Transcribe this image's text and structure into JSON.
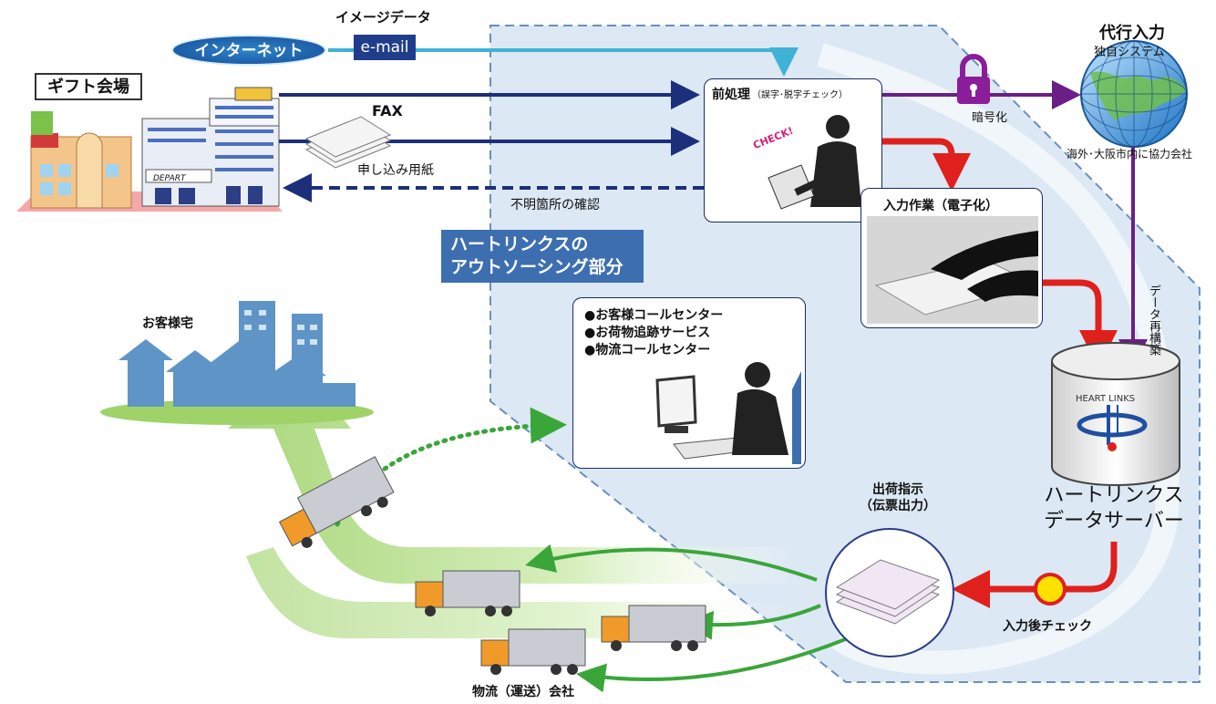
{
  "labels": {
    "gift_hall": "ギフト会場",
    "internet": "インターネット",
    "email": "e-mail",
    "image_data": "イメージデータ",
    "fax": "FAX",
    "application_form": "申し込み用紙",
    "unclear_check": "不明箇所の確認",
    "preprocess": "前処理",
    "preprocess_sub": "（誤字･脱字チェック）",
    "check_mark": "CHECK!",
    "encryption": "暗号化",
    "proxy_input": "代行入力",
    "own_system": "独自システム",
    "partners": "海外･大阪市内に協力会社",
    "input_work": "入力作業（電子化）",
    "data_rebuild": "データ再構築",
    "outsourcing_line1": "ハートリンクスの",
    "outsourcing_line2": "アウトソーシング部分",
    "customer_home": "お客様宅",
    "service_1": "●お客様コールセンター",
    "service_2": "●お荷物追跡サービス",
    "service_3": "●物流コールセンター",
    "server_logo": "HEART LINKS",
    "server_name_line1": "ハートリンクス",
    "server_name_line2": "データサーバー",
    "shipping_line1": "出荷指示",
    "shipping_line2": "（伝票出力）",
    "post_input_check": "入力後チェック",
    "logistics": "物流（運送）会社",
    "depart_sign": "DEPART"
  },
  "colors": {
    "panel_fill": "#dce8f4",
    "panel_border": "#6a8fbf",
    "navy_arrow": "#1c2f7a",
    "cyan_arrow": "#3fb2d6",
    "purple_arrow": "#6a1f86",
    "red_arrow": "#e0201c",
    "green_arrow": "#3aa63a",
    "green_path": "#b9e08c",
    "title_fill": "#3d6fb0"
  }
}
